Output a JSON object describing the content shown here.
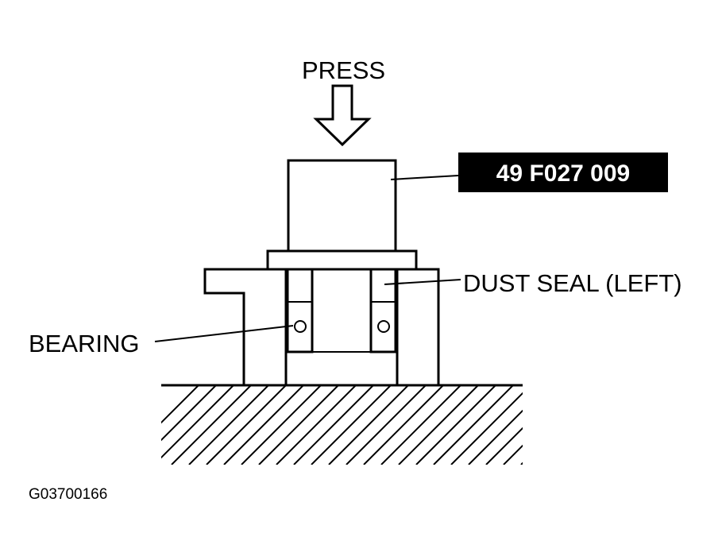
{
  "diagram": {
    "press_label": "PRESS",
    "tool_number": "49 F027 009",
    "dust_seal_label": "DUST SEAL (LEFT)",
    "bearing_label": "BEARING",
    "figure_ref": "G03700166"
  },
  "colors": {
    "ink": "#000000",
    "background": "#ffffff",
    "tool_label_text": "#ffffff"
  }
}
